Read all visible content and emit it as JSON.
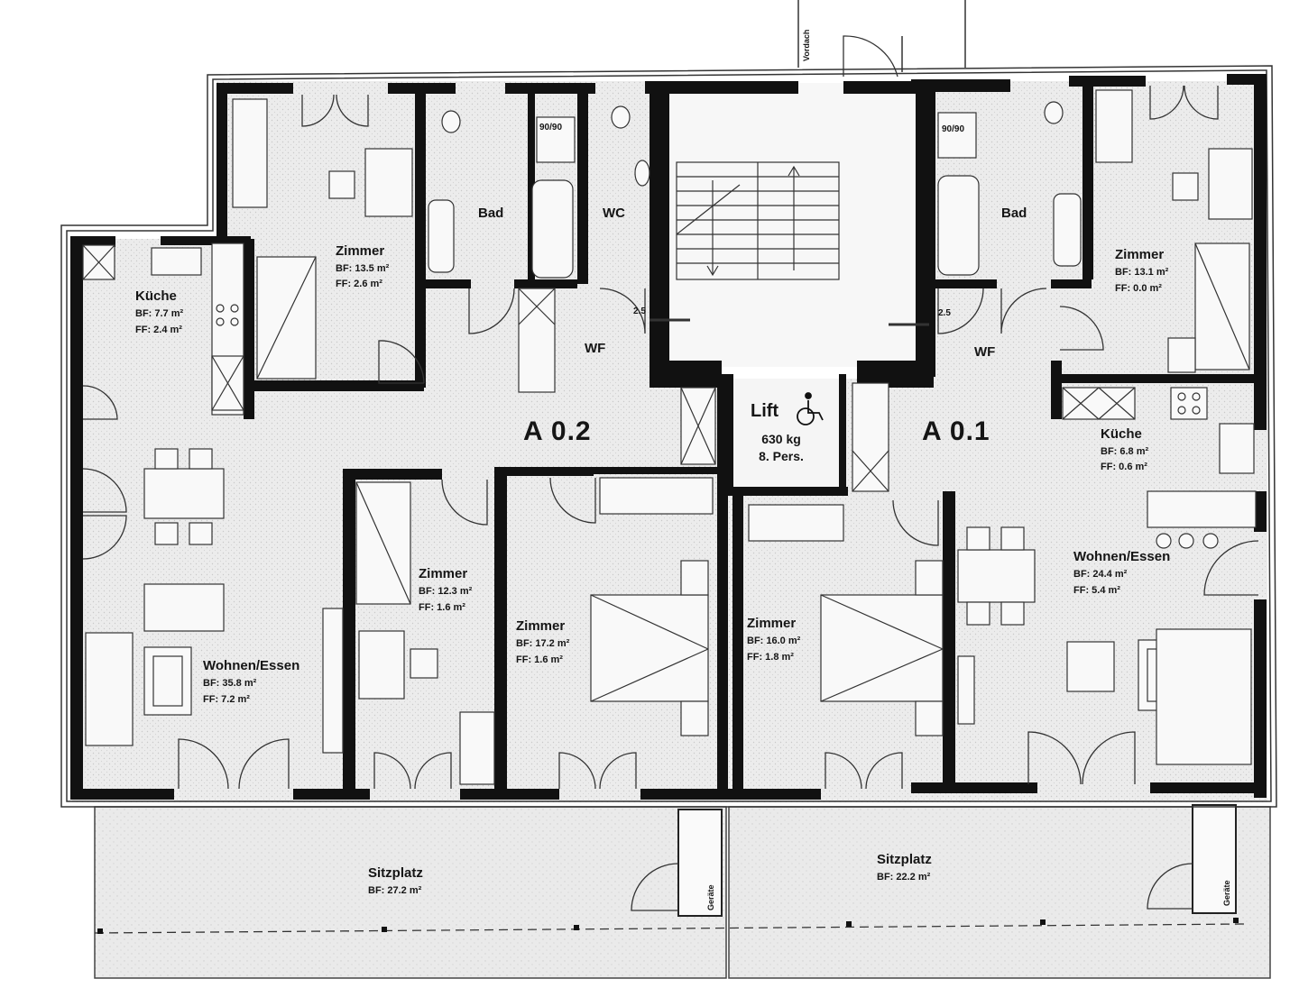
{
  "units": {
    "a02": {
      "name": "A 0.2",
      "rooms": {
        "kueche": {
          "name": "Küche",
          "bf": "BF:  7.7 m²",
          "ff": "FF:  2.4 m²"
        },
        "zimmer_top": {
          "name": "Zimmer",
          "bf": "BF:  13.5 m²",
          "ff": "FF:  2.6 m²"
        },
        "bad": {
          "name": "Bad"
        },
        "wc": {
          "name": "WC"
        },
        "wf": {
          "name": "WF"
        },
        "wohnen": {
          "name": "Wohnen/Essen",
          "bf": "BF:  35.8 m²",
          "ff": "FF:  7.2 m²"
        },
        "zimmer_a": {
          "name": "Zimmer",
          "bf": "BF:  12.3 m²",
          "ff": "FF:  1.6 m²"
        },
        "zimmer_b": {
          "name": "Zimmer",
          "bf": "BF:  17.2 m²",
          "ff": "FF:  1.6 m²"
        },
        "sitzplatz": {
          "name": "Sitzplatz",
          "bf": "BF:  27.2 m²"
        }
      }
    },
    "a01": {
      "name": "A 0.1",
      "rooms": {
        "bad": {
          "name": "Bad"
        },
        "zimmer_top": {
          "name": "Zimmer",
          "bf": "BF:  13.1 m²",
          "ff": "FF:  0.0 m²"
        },
        "wf": {
          "name": "WF"
        },
        "kueche": {
          "name": "Küche",
          "bf": "BF:  6.8 m²",
          "ff": "FF:  0.6 m²"
        },
        "wohnen": {
          "name": "Wohnen/Essen",
          "bf": "BF:  24.4 m²",
          "ff": "FF:  5.4 m²"
        },
        "zimmer_c": {
          "name": "Zimmer",
          "bf": "BF:  16.0 m²",
          "ff": "FF:  1.8 m²"
        },
        "sitzplatz": {
          "name": "Sitzplatz",
          "bf": "BF:  22.2 m²"
        }
      }
    }
  },
  "lift": {
    "label": "Lift",
    "capacity": "630 kg",
    "persons": "8. Pers."
  },
  "shower_left": "90/90",
  "shower_right": "90/90",
  "dim_left": "2.5",
  "dim_right": "2.5",
  "geraete_left": "Geräte",
  "geraete_right": "Geräte",
  "entrance_note": "Vordach",
  "icons": [
    "wheelchair-icon"
  ]
}
